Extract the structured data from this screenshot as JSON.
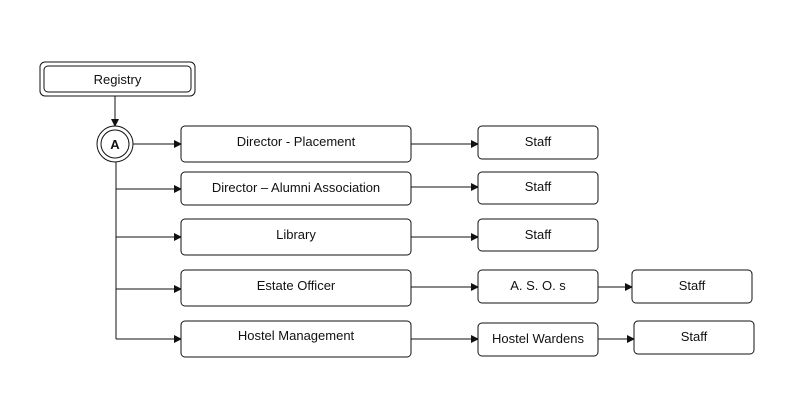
{
  "root": {
    "label": "Registry"
  },
  "connector": {
    "label": "A"
  },
  "departments": [
    {
      "label": "Director - Placement",
      "children": [
        "Staff"
      ]
    },
    {
      "label": "Director – Alumni Association",
      "children": [
        "Staff"
      ]
    },
    {
      "label": "Library",
      "children": [
        "Staff"
      ]
    },
    {
      "label": "Estate Officer",
      "children": [
        "A. S. O. s",
        "Staff"
      ]
    },
    {
      "label": "Hostel Management",
      "children": [
        "Hostel Wardens",
        "Staff"
      ]
    }
  ]
}
